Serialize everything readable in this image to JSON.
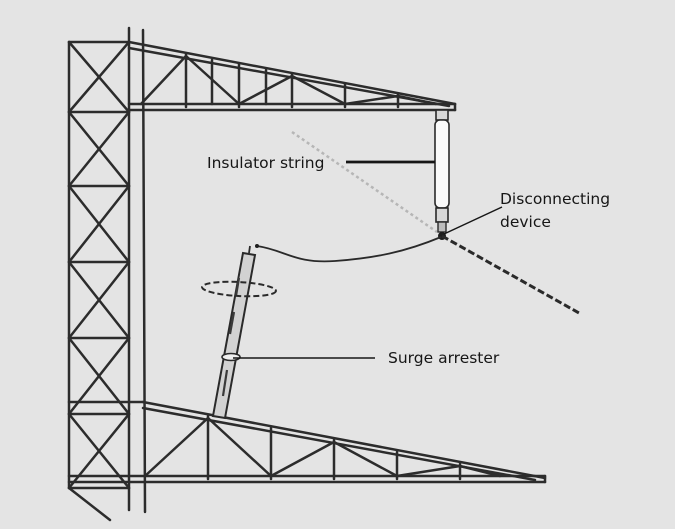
{
  "labels": {
    "insulator_string": "Insulator string",
    "disconnecting_device_line1": "Disconnecting",
    "disconnecting_device_line2": "device",
    "surge_arrester": "Surge arrester"
  },
  "colors": {
    "background": "#e4e4e4",
    "line": "#2a2a2a",
    "insulator_fill": "#fafafa",
    "arrester_fill": "#d2d2d2"
  }
}
